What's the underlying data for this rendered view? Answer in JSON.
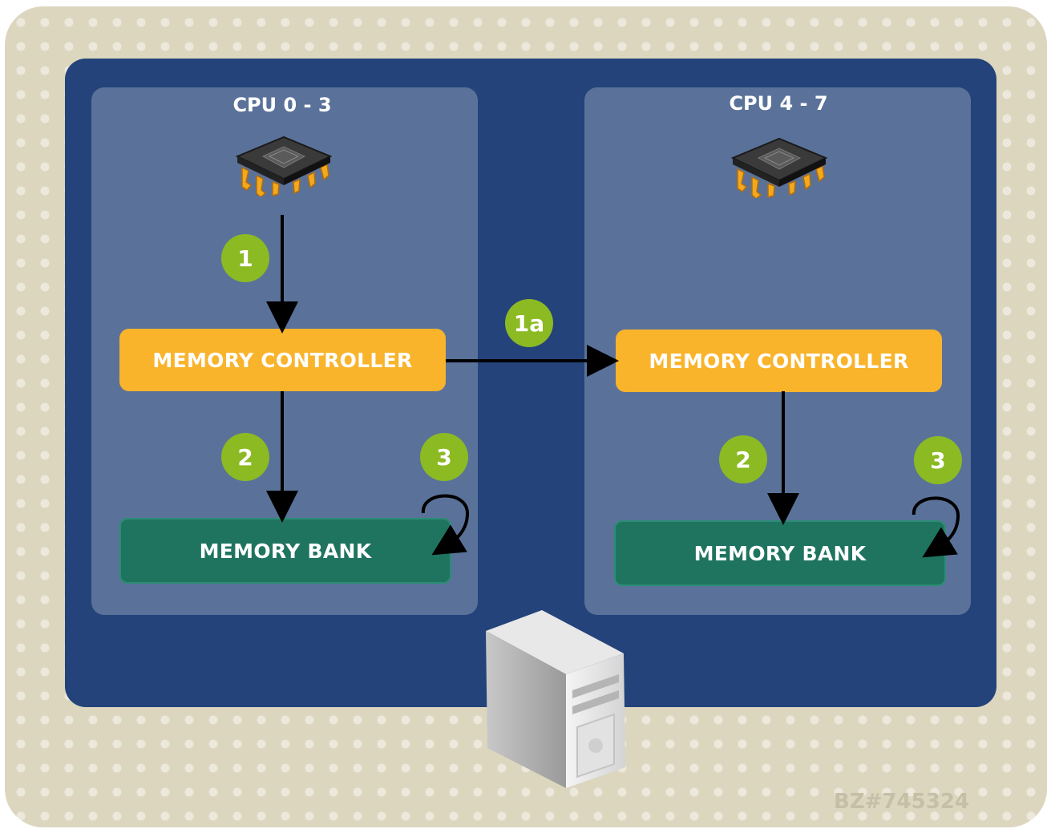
{
  "diagram": {
    "nodes": [
      {
        "cpu_label": "CPU 0 - 3",
        "controller_label": "MEMORY CONTROLLER",
        "bank_label": "MEMORY BANK",
        "steps": [
          "1",
          "2",
          "3"
        ]
      },
      {
        "cpu_label": "CPU 4 - 7",
        "controller_label": "MEMORY CONTROLLER",
        "bank_label": "MEMORY BANK",
        "steps": [
          "2",
          "3"
        ]
      }
    ],
    "cross_node_step": "1a",
    "watermark": "BZ#745324"
  },
  "colors": {
    "background": "#dcd6bf",
    "board": "#23437a",
    "node": "#5a7299",
    "controller": "#f9b42c",
    "bank": "#1f7460",
    "step_badge": "#8cba23"
  },
  "icons": {
    "cpu": "cpu-chip-icon",
    "server": "server-tower-icon"
  }
}
